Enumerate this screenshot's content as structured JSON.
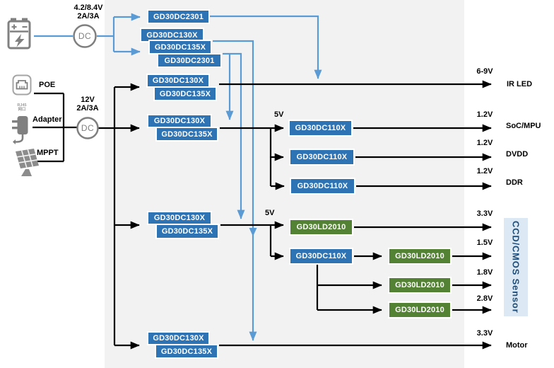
{
  "palette": {
    "box_blue": "#2E74B5",
    "box_green": "#548235",
    "connector_blue": "#5B9BD5",
    "connector_black": "#000000",
    "panel_gray": "#F2F2F2",
    "sensor_fill": "#DCE9F5",
    "sensor_text": "#1F4E79",
    "icon_gray": "#808080"
  },
  "source_top": {
    "rating_line1": "4.2/8.4V",
    "rating_line2": "2A/3A",
    "dc_label": "DC"
  },
  "source_main": {
    "poe": "POE",
    "adapter": "Adapter",
    "mppt": "MPPT",
    "rj45_caption_line1": "RJ45",
    "rj45_caption_line2": "网口",
    "rating_line1": "12V",
    "rating_line2": "2A/3A",
    "dc_label": "DC"
  },
  "parts": {
    "dc2301": "GD30DC2301",
    "dc130x": "GD30DC130X",
    "dc135x": "GD30DC135X",
    "dc110x": "GD30DC110X",
    "ld2010": "GD30LD2010"
  },
  "rails": {
    "v5_top": "5V",
    "v5_bottom": "5V"
  },
  "outputs": [
    {
      "v": "6-9V",
      "load": "IR LED"
    },
    {
      "v": "1.2V",
      "load": "SoC/MPU"
    },
    {
      "v": "1.2V",
      "load": "DVDD"
    },
    {
      "v": "1.2V",
      "load": "DDR"
    },
    {
      "v": "3.3V",
      "load": ""
    },
    {
      "v": "1.5V",
      "load": ""
    },
    {
      "v": "1.8V",
      "load": ""
    },
    {
      "v": "2.8V",
      "load": ""
    },
    {
      "v": "3.3V",
      "load": "Motor"
    }
  ],
  "sensor": {
    "label": "CCD/CMOS Sensor"
  }
}
